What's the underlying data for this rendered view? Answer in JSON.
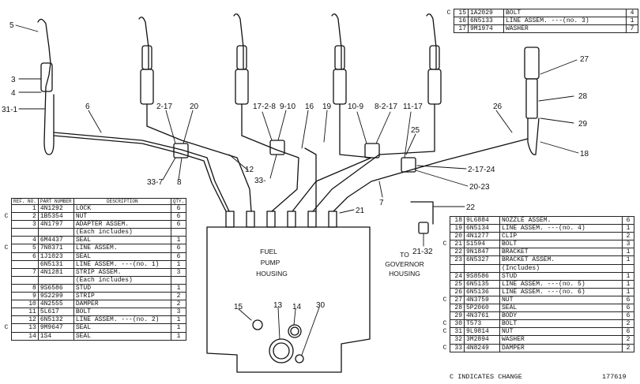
{
  "callouts": {
    "c5": "5",
    "c3": "3",
    "c4": "4",
    "c31_1": "31-1",
    "c6": "6",
    "c2_17": "2-17",
    "c20": "20",
    "c17_2_8": "17-2-8",
    "c9_10": "9-10",
    "c16": "16",
    "c10_9": "10-9",
    "c8_2_17": "8-2-17",
    "c11_17": "11-17",
    "c25": "25",
    "c19": "19",
    "c26": "26",
    "c27": "27",
    "c28": "28",
    "c29": "29",
    "c18": "18",
    "c33_7": "33-7",
    "c8": "8",
    "c12": "12",
    "c33": "33-",
    "c7": "7",
    "c2_17_24": "2-17-24",
    "c20_23": "20-23",
    "c21": "21",
    "c22": "22",
    "c21_32": "21-32",
    "c15": "15",
    "c13": "13",
    "c14": "14",
    "c30": "30"
  },
  "labels": {
    "fuel_pump_housing": [
      "FUEL",
      "PUMP",
      "HOUSING"
    ],
    "to_governor_housing": [
      "TO",
      "GOVERNOR",
      "HOUSING"
    ]
  },
  "table_headers": {
    "ref": "REF. NO.",
    "part": "PART NUMBER",
    "desc": "DESCRIPTION",
    "qty": "QTY."
  },
  "left_table": [
    {
      "c": "",
      "ref": "1",
      "pn": "4N1292",
      "desc": "LOCK",
      "qty": "6"
    },
    {
      "c": "C",
      "ref": "2",
      "pn": "1B5354",
      "desc": "NUT",
      "qty": "6"
    },
    {
      "c": "",
      "ref": "3",
      "pn": "4N1797",
      "desc": "ADAPTER ASSEM.",
      "qty": "6"
    },
    {
      "c": "",
      "ref": "",
      "pn": "",
      "desc": "(Each includes)",
      "qty": ""
    },
    {
      "c": "",
      "ref": "4",
      "pn": "6M4437",
      "desc": "SEAL",
      "qty": "1"
    },
    {
      "c": "C",
      "ref": "5",
      "pn": "7N8371",
      "desc": "LINE ASSEM.",
      "qty": "6"
    },
    {
      "c": "",
      "ref": "6",
      "pn": "1J1023",
      "desc": "SEAL",
      "qty": "6"
    },
    {
      "c": "",
      "ref": "",
      "pn": "6N5131",
      "desc": "LINE ASSEM. ---(no. 1)",
      "qty": "1"
    },
    {
      "c": "",
      "ref": "7",
      "pn": "4N1281",
      "desc": "STRIP ASSEM.",
      "qty": "3"
    },
    {
      "c": "",
      "ref": "",
      "pn": "",
      "desc": "(Each includes)",
      "qty": ""
    },
    {
      "c": "",
      "ref": "8",
      "pn": "9S6586",
      "desc": "STUD",
      "qty": "1"
    },
    {
      "c": "",
      "ref": "9",
      "pn": "9S2299",
      "desc": "STRIP",
      "qty": "2"
    },
    {
      "c": "",
      "ref": "10",
      "pn": "4N2555",
      "desc": "DAMPER",
      "qty": "2"
    },
    {
      "c": "",
      "ref": "11",
      "pn": "5L617",
      "desc": "BOLT",
      "qty": "3"
    },
    {
      "c": "",
      "ref": "12",
      "pn": "6N5132",
      "desc": "LINE ASSEM. ---(no. 2)",
      "qty": "1"
    },
    {
      "c": "C",
      "ref": "13",
      "pn": "9M9647",
      "desc": "SEAL",
      "qty": "1"
    },
    {
      "c": "",
      "ref": "14",
      "pn": "1S4",
      "desc": "SEAL",
      "qty": "1"
    }
  ],
  "top_table": [
    {
      "c": "C",
      "ref": "15",
      "pn": "1A2029",
      "desc": "BOLT",
      "qty": "4"
    },
    {
      "c": "",
      "ref": "16",
      "pn": "6N5133",
      "desc": "LINE ASSEM. ---(no. 3)",
      "qty": "1"
    },
    {
      "c": "",
      "ref": "17",
      "pn": "9M1974",
      "desc": "WASHER",
      "qty": "7"
    }
  ],
  "right_table": [
    {
      "c": "",
      "ref": "18",
      "pn": "9L6884",
      "desc": "NOZZLE ASSEM.",
      "qty": "6"
    },
    {
      "c": "",
      "ref": "19",
      "pn": "6N5134",
      "desc": "LINE ASSEM. ---(no. 4)",
      "qty": "1"
    },
    {
      "c": "",
      "ref": "20",
      "pn": "4N1277",
      "desc": "CLIP",
      "qty": "2"
    },
    {
      "c": "C",
      "ref": "21",
      "pn": "S1594",
      "desc": "BOLT",
      "qty": "3"
    },
    {
      "c": "",
      "ref": "22",
      "pn": "9N1847",
      "desc": "BRACKET",
      "qty": "1"
    },
    {
      "c": "",
      "ref": "23",
      "pn": "6N5327",
      "desc": "BRACKET ASSEM.",
      "qty": "1"
    },
    {
      "c": "",
      "ref": "",
      "pn": "",
      "desc": "(Includes)",
      "qty": ""
    },
    {
      "c": "",
      "ref": "24",
      "pn": "9S8586",
      "desc": "STUD",
      "qty": "1"
    },
    {
      "c": "",
      "ref": "25",
      "pn": "6N5135",
      "desc": "LINE ASSEM. ---(no. 5)",
      "qty": "1"
    },
    {
      "c": "",
      "ref": "26",
      "pn": "6N5136",
      "desc": "LINE ASSEM. ---(no. 6)",
      "qty": "1"
    },
    {
      "c": "C",
      "ref": "27",
      "pn": "4N3759",
      "desc": "NUT",
      "qty": "6"
    },
    {
      "c": "",
      "ref": "28",
      "pn": "5P2060",
      "desc": "SEAL",
      "qty": "6"
    },
    {
      "c": "",
      "ref": "29",
      "pn": "4N3761",
      "desc": "BODY",
      "qty": "6"
    },
    {
      "c": "C",
      "ref": "30",
      "pn": "T573",
      "desc": "BOLT",
      "qty": "2"
    },
    {
      "c": "C",
      "ref": "31",
      "pn": "9L9814",
      "desc": "NUT",
      "qty": "6"
    },
    {
      "c": "",
      "ref": "32",
      "pn": "3M2894",
      "desc": "WASHER",
      "qty": "2"
    },
    {
      "c": "C",
      "ref": "33",
      "pn": "4N8249",
      "desc": "DAMPER",
      "qty": "2"
    }
  ],
  "footer": {
    "note": "C INDICATES CHANGE",
    "figure_no": "177619"
  }
}
